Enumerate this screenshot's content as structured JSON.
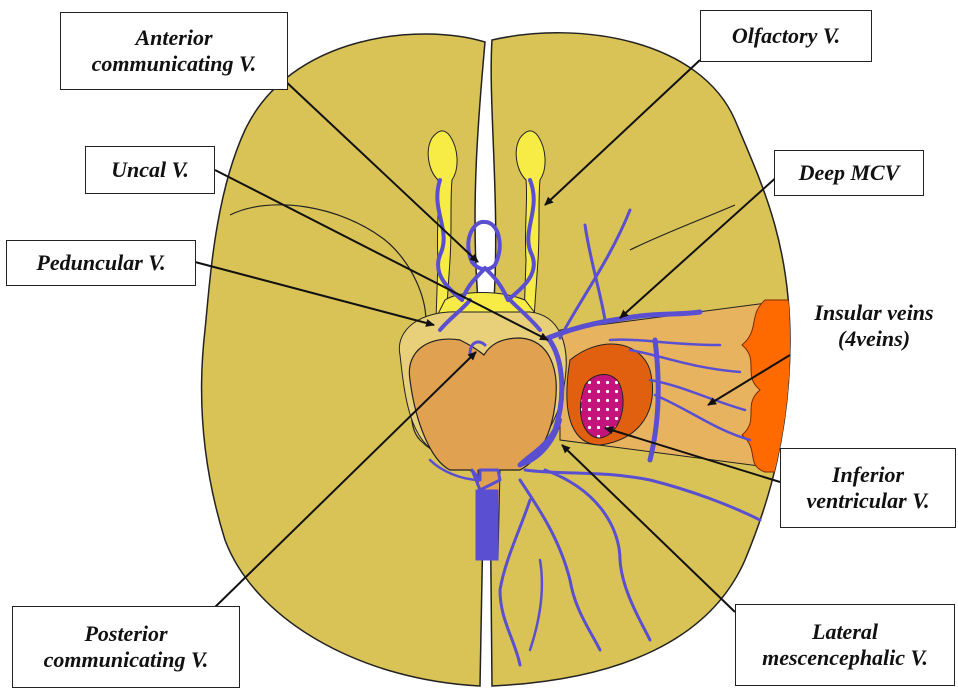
{
  "labels": {
    "anterior_communicating": {
      "line1": "Anterior",
      "line2": "communicating V."
    },
    "olfactory": {
      "line1": "Olfactory V."
    },
    "uncal": {
      "line1": "Uncal V."
    },
    "deep_mcv": {
      "line1": "Deep MCV"
    },
    "peduncular": {
      "line1": "Peduncular V."
    },
    "insular_veins": {
      "line1": "Insular veins",
      "line2": "(4veins)"
    },
    "inferior_ventricular": {
      "line1": "Inferior",
      "line2": "ventricular V."
    },
    "posterior_communicating": {
      "line1": "Posterior",
      "line2": "communicating V."
    },
    "lateral_mescencephalic": {
      "line1": "Lateral",
      "line2": "mescencephalic V."
    }
  },
  "colors": {
    "brain": "#d9c357",
    "brain_outline": "#222222",
    "olfactory": "#f6ec45",
    "midbrain": "#e0a250",
    "insula": "#e8b35f",
    "insula_rim": "#ff6a00",
    "temporal": "#e06010",
    "ventricle": "#c4137a",
    "vein": "#5a4fd0"
  }
}
